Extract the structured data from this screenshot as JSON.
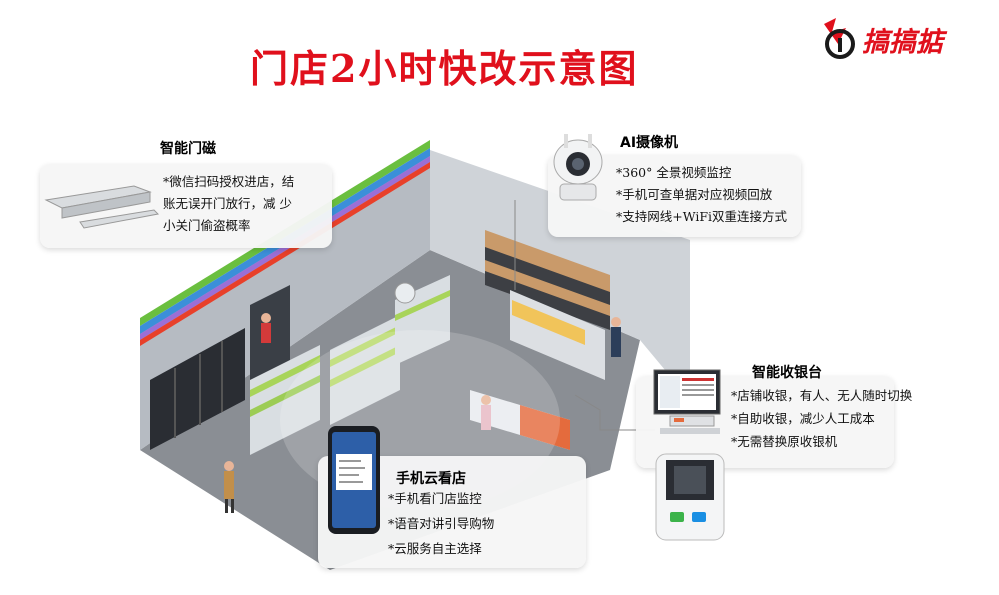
{
  "title": "门店2小时快改示意图",
  "logo": {
    "text": "搞搞掂",
    "icon": "brand-logo-icon"
  },
  "callouts": {
    "door": {
      "title": "智能门磁",
      "lines": [
        "*微信扫码授权进店，结",
        "账无误开门放行，减 少",
        "小关门偷盗概率"
      ]
    },
    "camera": {
      "title": "AI摄像机",
      "lines": [
        "*360° 全景视频监控",
        "*手机可查单据对应视频回放",
        "*支持网线+WiFi双重连接方式"
      ]
    },
    "pos": {
      "title": "智能收银台",
      "lines": [
        "*店铺收银，有人、无人随时切换",
        "*自助收银，减少人工成本",
        "*无需替换原收银机"
      ]
    },
    "phone": {
      "title": "手机云看店",
      "lines": [
        "*手机看门店监控",
        "*语音对讲引导购物",
        "*云服务自主选择"
      ]
    }
  },
  "colors": {
    "title": "#e0101c",
    "brand": "#e0101c",
    "stripe_green": "#6abf3f",
    "stripe_blue": "#3b8fd9"
  }
}
